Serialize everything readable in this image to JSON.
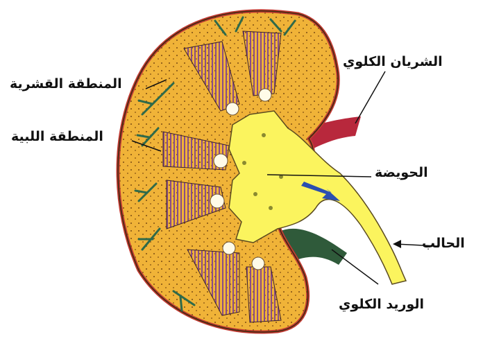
{
  "labels": {
    "cortex": "المنطقة القشرية",
    "medulla": "المنطقة اللبية",
    "renal_artery": "الشريان الكلوي",
    "renal_pelvis": "الحويضة",
    "ureter": "الحالب",
    "renal_vein": "الوريد الكلوي"
  },
  "colors": {
    "cortex": "#f0b338",
    "pelvis": "#fbf45e",
    "pyramid_lines": "#8a4c86",
    "artery": "#b8283c",
    "vein": "#2f5a3a",
    "capsule": "#c23b34",
    "arrow": "#2a4fb0"
  }
}
